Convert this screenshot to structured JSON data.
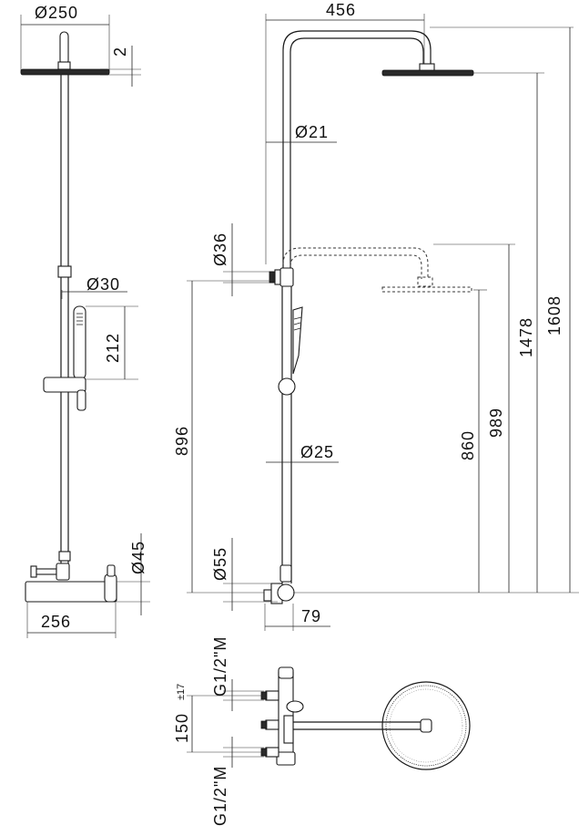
{
  "dimensions": {
    "front_head_diameter": "Ø250",
    "front_head_thickness": "2",
    "front_handshower_diameter": "Ø30",
    "front_handshower_length": "212",
    "front_valve_diameter": "Ø45",
    "front_valve_width": "256",
    "side_arm_reach": "456",
    "side_pipe_diameter": "Ø21",
    "side_lower_pipe_diameter": "Ø25",
    "side_clamp_diameter": "Ø36",
    "side_bracket_height": "896",
    "side_valve_diameter": "Ø55",
    "side_wall_offset": "79",
    "side_low_head_height": "860",
    "side_low_top_height": "989",
    "side_high_head_height": "1478",
    "side_high_top_height": "1608",
    "plan_connection_top": "G1/2\"M",
    "plan_connection_bottom": "G1/2\"M",
    "plan_centers": "150",
    "plan_centers_tolerance": "±17"
  }
}
